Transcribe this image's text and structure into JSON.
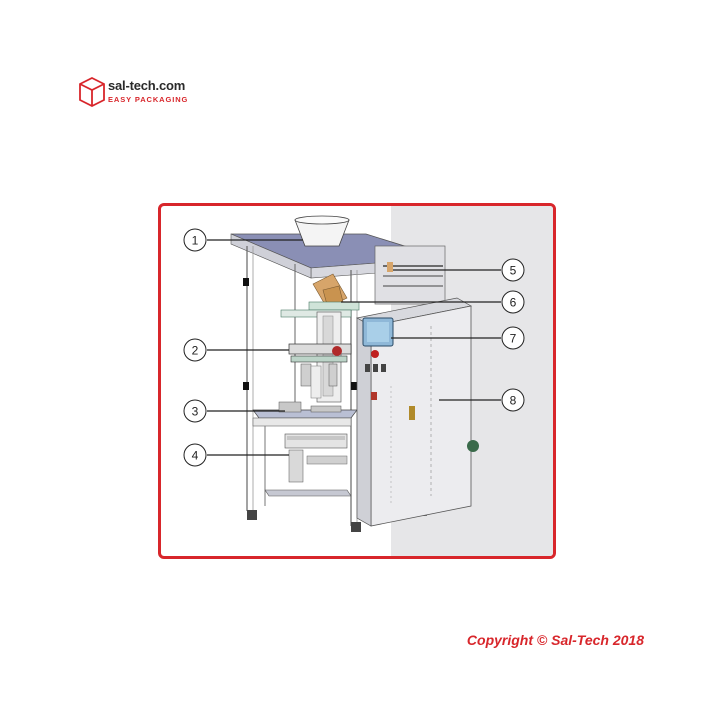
{
  "logo": {
    "name": "sal-tech.com",
    "tagline": "EASY PACKAGING"
  },
  "diagram": {
    "callouts": [
      "1",
      "2",
      "3",
      "4",
      "5",
      "6",
      "7",
      "8"
    ]
  },
  "copyright": "Copyright © Sal-Tech 2018",
  "colors": {
    "accent": "#d8262b",
    "frame_border": "#d8262b",
    "machine_top": "#8a8fb5",
    "machine_body": "#e9e9ec"
  }
}
